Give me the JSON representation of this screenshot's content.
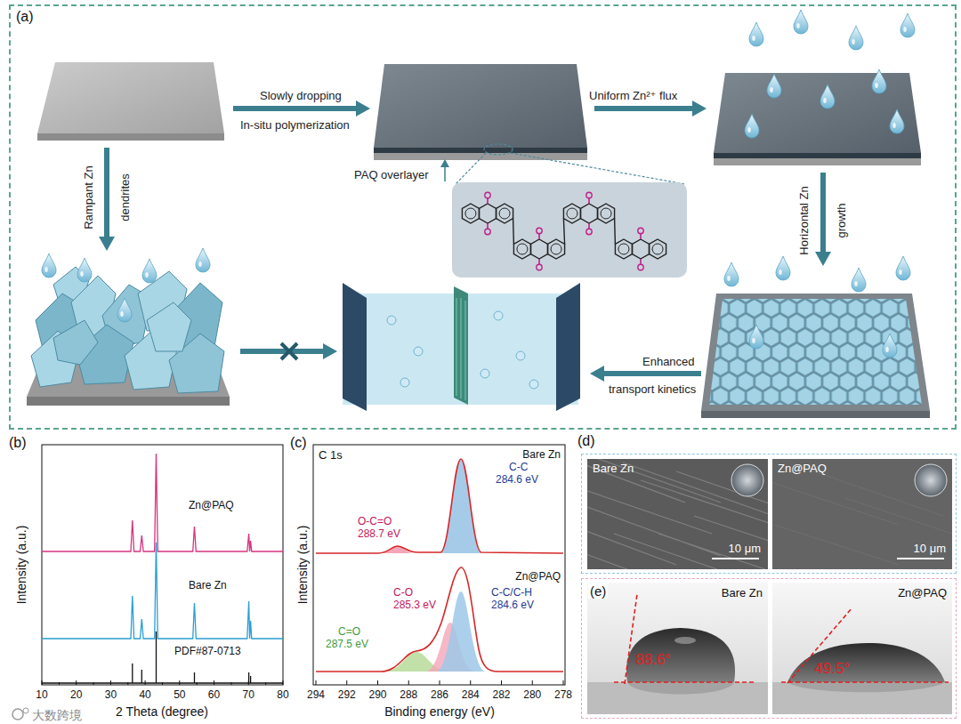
{
  "diagram": {
    "nodes": [
      {
        "text": [
          "(a)"
        ]
      },
      {
        "text": [
          "(d)"
        ]
      },
      {
        "text": [
          "Bare Zn",
          "10 μm"
        ],
        "in": 1
      },
      {
        "text": [
          "Zn@PAQ",
          "10 μm"
        ],
        "in": 1
      },
      {
        "text": [
          "(e)"
        ]
      },
      {
        "text": [
          "Bare Zn",
          "88.6°"
        ],
        "in": 4
      },
      {
        "text": [
          "Zn@PAQ",
          "49.5°"
        ],
        "in": 4
      }
    ],
    "labels": [
      "Slowly dropping",
      "In-situ polymerization",
      "Uniform Zn²⁺ flux",
      "PAQ overlayer",
      "Rampant Zn",
      "dendrites",
      "Horizontal Zn",
      "growth",
      "Enhanced",
      "transport kinetics",
      "(b)",
      "Zn@PAQ",
      "Bare Zn",
      "PDF#87-0713",
      "Intensity (a.u.)",
      "10",
      "20",
      "30",
      "40",
      "50",
      "60",
      "70",
      "80",
      "2 Theta (degree)",
      "(c)",
      "C 1s",
      "Bare Zn",
      "O-C=O",
      "288.7 eV",
      "C-C",
      "284.6 eV",
      "Zn@PAQ",
      "C-O",
      "285.3 eV",
      "C-C/C-H",
      "284.6 eV",
      "C=O",
      "287.5 eV",
      "Intensity (a.u.)",
      "294",
      "292",
      "290",
      "288",
      "286",
      "284",
      "282",
      "280",
      "278",
      "Binding energy (eV)",
      "大数跨境"
    ]
  }
}
